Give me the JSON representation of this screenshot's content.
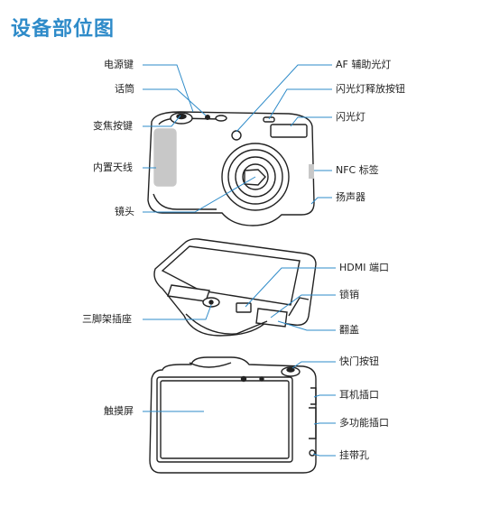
{
  "title": "设备部位图",
  "top_view": {
    "left_labels": [
      "电源键",
      "话筒",
      "变焦按键",
      "内置天线",
      "镜头"
    ],
    "right_labels": [
      "AF 辅助光灯",
      "闪光灯释放按钮",
      "闪光灯",
      "NFC 标签",
      "扬声器"
    ]
  },
  "middle_view": {
    "left_labels": [
      "三脚架插座"
    ],
    "right_labels": [
      "HDMI 端口",
      "锁销",
      "翻盖"
    ]
  },
  "back_view": {
    "left_labels": [
      "触摸屏"
    ],
    "right_labels": [
      "快门按钮",
      "耳机插口",
      "多功能插口",
      "挂带孔"
    ]
  },
  "colors": {
    "title": "#2e8bc9",
    "line": "#2e8bc9",
    "body": "#222222",
    "antenna": "#c8c8c8"
  }
}
